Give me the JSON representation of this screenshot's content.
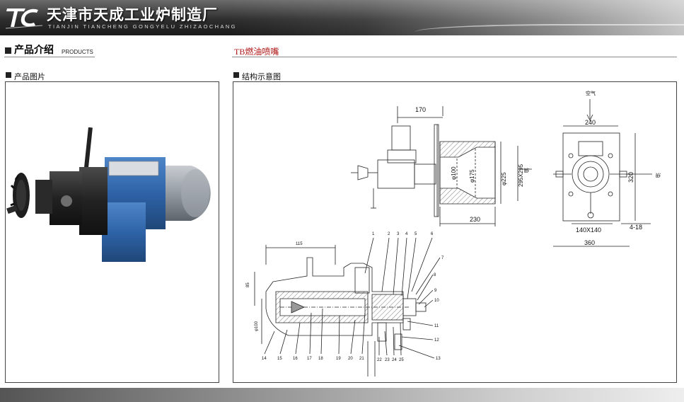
{
  "header": {
    "logo_letters": "TC",
    "company_name": "天津市天成工业炉制造厂",
    "company_pinyin": "TIANJIN TIANCHENG GONGYELU ZHIZAOCHANG"
  },
  "intro": {
    "title": "产品介绍",
    "title_en": "PRODUCTS"
  },
  "product": {
    "name": "TB燃油喷嘴"
  },
  "photo_panel": {
    "label": "产品图片"
  },
  "diagram_panel": {
    "label": "结构示意图",
    "top_dims": {
      "d170": "170",
      "d230": "230",
      "phi100": "φ100",
      "phi175": "φ175",
      "phi225": "φ225",
      "sq295": "295X295",
      "oil": "油"
    },
    "side_dims": {
      "air": "空气",
      "d240": "240",
      "d320": "320",
      "d360": "360",
      "sq140": "140X140",
      "holes": "4-18",
      "oil": "油"
    },
    "section_dims": {
      "d115": "115",
      "d85": "85",
      "phi100": "φ100"
    },
    "part_numbers_top": [
      "1",
      "2",
      "3",
      "4",
      "5",
      "6",
      "7",
      "8",
      "9",
      "10",
      "11",
      "12",
      "13"
    ],
    "part_numbers_bottom": [
      "14",
      "15",
      "16",
      "17",
      "18",
      "19",
      "20",
      "21",
      "22",
      "23",
      "24",
      "25"
    ]
  },
  "colors": {
    "product_name": "#b01515",
    "nozzle_blue": "#2e63a8"
  }
}
